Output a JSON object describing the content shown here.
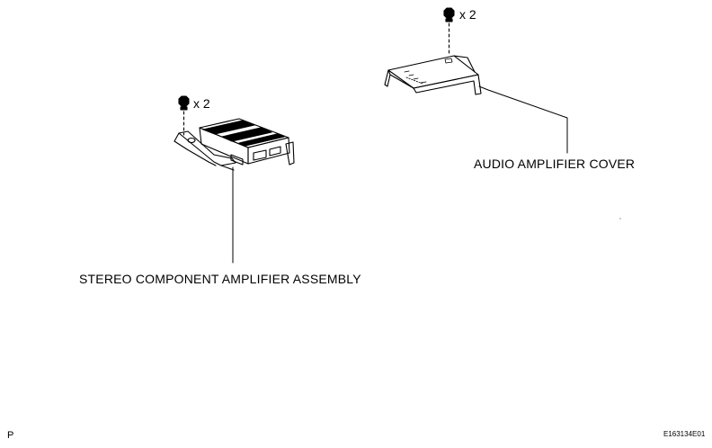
{
  "parts": {
    "cover": {
      "label": "AUDIO AMPLIFIER COVER",
      "bolt_qty": "x 2"
    },
    "amplifier": {
      "label": "STEREO COMPONENT AMPLIFIER ASSEMBLY",
      "bolt_qty": "x 2"
    }
  },
  "footer": {
    "page_code": "P",
    "figure_id": "E163134E01"
  }
}
